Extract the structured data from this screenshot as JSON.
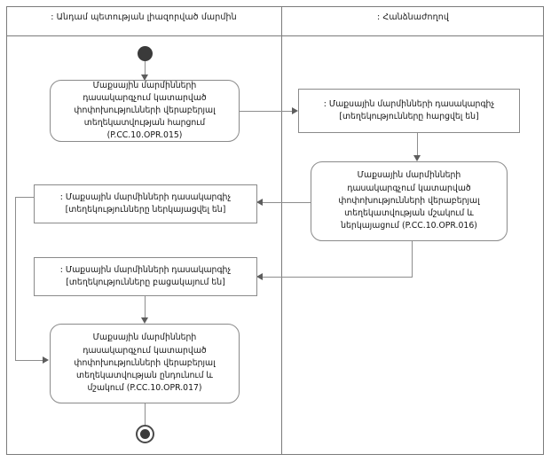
{
  "diagram": {
    "type": "uml-activity-diagram",
    "lanes": [
      {
        "id": "lane-left",
        "title": ": Անդամ պետության լիազորված մարմին"
      },
      {
        "id": "lane-right",
        "title": ": Հանձնաժողով"
      }
    ],
    "nodes": {
      "start": {
        "kind": "initial-node"
      },
      "action_request": {
        "kind": "action",
        "lane": "lane-left",
        "lines": [
          "Մաքսային մարմինների",
          "դասակարգչում կատարված",
          "փոփոխությունների վերաբերյալ",
          "տեղեկատվության հարցում",
          "(P.CC.10.OPR.015)"
        ]
      },
      "object_requested": {
        "kind": "object",
        "lane": "lane-right",
        "lines": [
          ": Մաքսային մարմինների դասակարգիչ",
          "[տեղեկությունները հարցվել են]"
        ]
      },
      "action_process": {
        "kind": "action",
        "lane": "lane-right",
        "lines": [
          "Մաքսային մարմինների",
          "դասակարգչում կատարված",
          "փոփոխությունների վերաբերյալ",
          "տեղեկատվության մշակում և",
          "ներկայացում (P.CC.10.OPR.016)"
        ]
      },
      "object_presented": {
        "kind": "object",
        "lane": "lane-left",
        "lines": [
          ": Մաքսային մարմինների դասակարգիչ",
          "[տեղեկությունները ներկայացվել են]"
        ]
      },
      "object_absent": {
        "kind": "object",
        "lane": "lane-left",
        "lines": [
          ": Մաքսային մարմինների դասակարգիչ",
          "[տեղեկությունները բացակայում են]"
        ]
      },
      "action_receive": {
        "kind": "action",
        "lane": "lane-left",
        "lines": [
          "Մաքսային մարմինների",
          "դասակարգչում կատարված",
          "փոփոխությունների վերաբերյալ",
          "տեղեկատվության ընդունում և",
          "մշակում (P.CC.10.OPR.017)"
        ]
      },
      "end": {
        "kind": "final-node"
      }
    },
    "colors": {
      "frame": "#7b7b7b",
      "node_border": "#8a8a8a",
      "connector": "#8d8d8d",
      "arrowhead": "#5d5d5d",
      "node_fill": "#ffffff",
      "text": "#141414",
      "initial_node_fill": "#3a3a3a"
    }
  }
}
